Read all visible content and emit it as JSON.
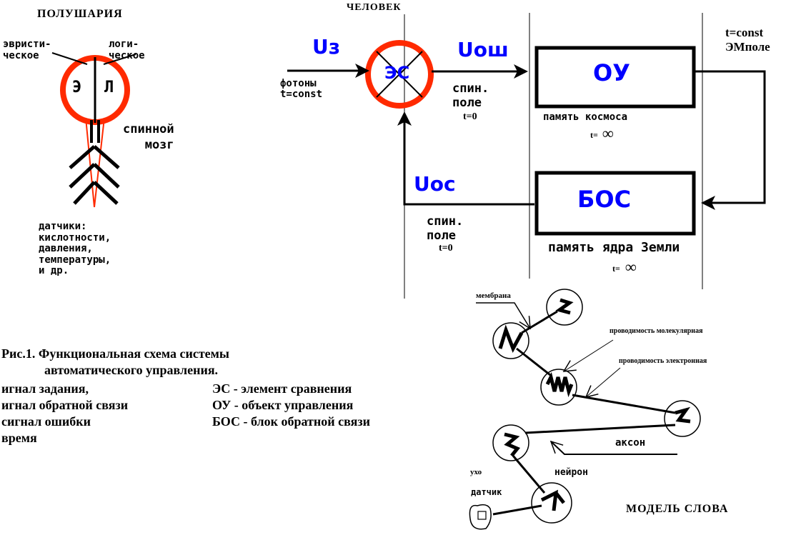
{
  "hemispheres": {
    "title": "ПОЛУШАРИЯ",
    "heuristic": "эвристи-\nческое",
    "logical": "логи-\nческое",
    "letter_e": "Э",
    "letter_l": "Л",
    "spinal_cord": "спинной\n   мозг",
    "sensors": "датчики:\nкислотности,\nдавления,\nтемпературы,\nи др."
  },
  "control": {
    "human": "ЧЕЛОВЕК",
    "u_task": "Uз",
    "photons": "фотоны\nt=const",
    "comparator": "ЭС",
    "u_error": "Uош",
    "spin_field_top": "спин.\nполе",
    "t_zero_top": "t=0",
    "object_block": "ОУ",
    "cosmos_memory": "память космоса",
    "t_inf_top": "t=",
    "tconst_em": "t=const\nЭМполе",
    "u_feedback": "Uос",
    "feedback_block": "БОС",
    "spin_field_bottom": "спин.\nполе",
    "t_zero_bottom": "t=0",
    "earth_memory": "память ядра Земли",
    "t_inf_bottom": "t=",
    "infinity": "∞"
  },
  "caption": {
    "title": "Рис.1. Функциональная схема системы",
    "subtitle": "автоматического управления.",
    "legend_left": "игнал задания,\nигнал обратной связи\nсигнал ошибки\nвремя",
    "legend_right": "ЭС - элемент сравнения\nОУ - объект управления\nБОС - блок обратной связи"
  },
  "word_model": {
    "membrane": "мембрана",
    "molecular": "проводимость молекулярная",
    "electronic": "проводимость электронная",
    "axon": "аксон",
    "ear": "ухо",
    "neuron": "нейрон",
    "sensor": "датчик",
    "title": "МОДЕЛЬ СЛОВА"
  },
  "colors": {
    "ring": "#ff2a00",
    "blue": "#0000ff",
    "line": "#000000"
  }
}
